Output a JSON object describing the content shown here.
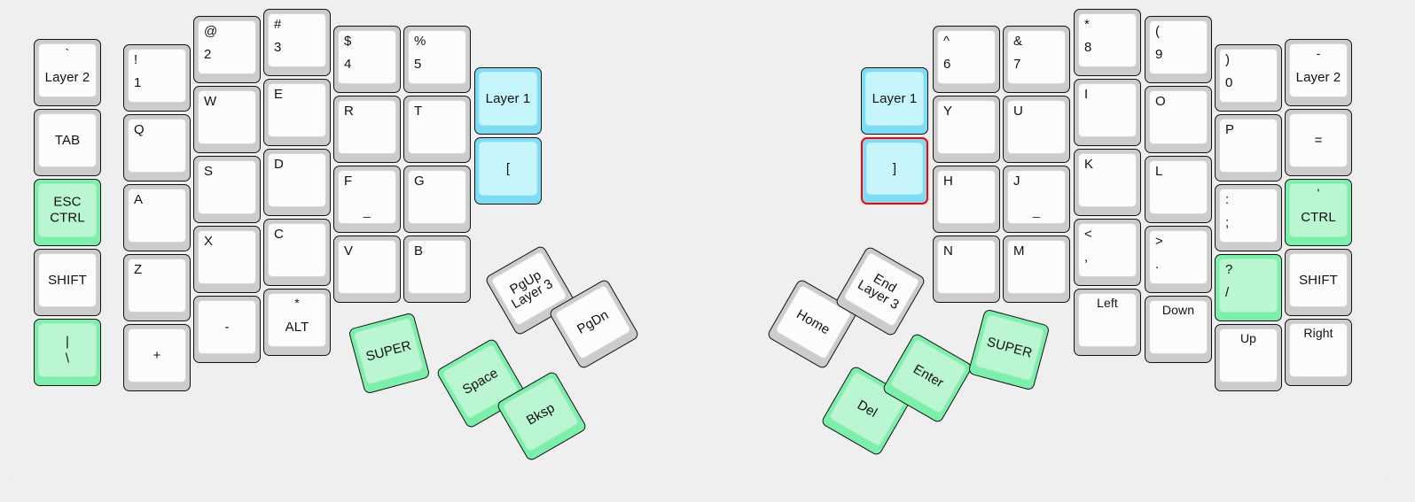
{
  "meta": {
    "title": "Split Ergonomic Keyboard Layout",
    "background_color": "#efefef",
    "key_body_color": "#cccccc",
    "key_face_color": "#fcfcfc",
    "green_body_color": "#7cefab",
    "green_face_color": "#b9f6d1",
    "cyan_body_color": "#7fdcf5",
    "cyan_face_color": "#c6f6fc",
    "selected_outline_color": "#ff0000",
    "legend_color": "#111111"
  },
  "left_half": {
    "name": "left-half",
    "columns": [
      {
        "name": "pinky-outer",
        "keys": [
          {
            "name": "key-grave-layer2",
            "top": "`",
            "main": "Layer 2",
            "style": "white",
            "layout": "top-center-bottom-center"
          },
          {
            "name": "key-tab",
            "main": "TAB",
            "style": "white",
            "layout": "center"
          },
          {
            "name": "key-esc-ctrl",
            "main": "ESC\nCTRL",
            "style": "green",
            "layout": "center-two-line"
          },
          {
            "name": "key-shift-left",
            "main": "SHIFT",
            "style": "white",
            "layout": "center"
          },
          {
            "name": "key-pipe-backslash",
            "top": "|",
            "main": "\\",
            "style": "green",
            "layout": "center-stack"
          }
        ]
      },
      {
        "name": "pinky-inner",
        "keys": [
          {
            "name": "key-1",
            "top": "!",
            "main": "1",
            "style": "white",
            "layout": "corner"
          },
          {
            "name": "key-q",
            "main": "Q",
            "style": "white",
            "layout": "top-left"
          },
          {
            "name": "key-a",
            "main": "A",
            "style": "white",
            "layout": "top-left"
          },
          {
            "name": "key-z",
            "main": "Z",
            "style": "white",
            "layout": "top-left"
          },
          {
            "name": "key-plus",
            "main": "+",
            "style": "white",
            "layout": "center"
          }
        ]
      },
      {
        "name": "ring",
        "keys": [
          {
            "name": "key-2",
            "top": "@",
            "main": "2",
            "style": "white",
            "layout": "corner"
          },
          {
            "name": "key-w",
            "main": "W",
            "style": "white",
            "layout": "top-left"
          },
          {
            "name": "key-s",
            "main": "S",
            "style": "white",
            "layout": "top-left"
          },
          {
            "name": "key-x",
            "main": "X",
            "style": "white",
            "layout": "top-left"
          },
          {
            "name": "key-minus",
            "main": "-",
            "style": "white",
            "layout": "center"
          }
        ]
      },
      {
        "name": "middle",
        "keys": [
          {
            "name": "key-3",
            "top": "#",
            "main": "3",
            "style": "white",
            "layout": "corner"
          },
          {
            "name": "key-e",
            "main": "E",
            "style": "white",
            "layout": "top-left"
          },
          {
            "name": "key-d",
            "main": "D",
            "style": "white",
            "layout": "top-left"
          },
          {
            "name": "key-c",
            "main": "C",
            "style": "white",
            "layout": "top-left"
          },
          {
            "name": "key-alt-left",
            "top": "*",
            "main": "ALT",
            "style": "white",
            "layout": "top-center-bottom-center"
          }
        ]
      },
      {
        "name": "index",
        "keys": [
          {
            "name": "key-4",
            "top": "$",
            "main": "4",
            "style": "white",
            "layout": "corner"
          },
          {
            "name": "key-r",
            "main": "R",
            "style": "white",
            "layout": "top-left"
          },
          {
            "name": "key-f",
            "main": "F",
            "style": "white",
            "layout": "top-left",
            "homing": "_"
          },
          {
            "name": "key-v",
            "main": "V",
            "style": "white",
            "layout": "top-left"
          }
        ]
      },
      {
        "name": "index-inner",
        "keys": [
          {
            "name": "key-5",
            "top": "%",
            "main": "5",
            "style": "white",
            "layout": "corner"
          },
          {
            "name": "key-t",
            "main": "T",
            "style": "white",
            "layout": "top-left"
          },
          {
            "name": "key-g",
            "main": "G",
            "style": "white",
            "layout": "top-left"
          },
          {
            "name": "key-b",
            "main": "B",
            "style": "white",
            "layout": "top-left"
          }
        ]
      },
      {
        "name": "inner-extra",
        "keys": [
          {
            "name": "key-layer1-left",
            "main": "Layer 1",
            "style": "cyan",
            "layout": "center"
          },
          {
            "name": "key-bracket-left",
            "main": "[",
            "style": "cyan",
            "layout": "center"
          }
        ]
      }
    ],
    "thumb_cluster": [
      {
        "name": "key-super-left",
        "main": "SUPER",
        "style": "green",
        "rotation": -15
      },
      {
        "name": "key-pgup-layer3",
        "main": "PgUp\nLayer 3",
        "style": "white",
        "rotation": -30
      },
      {
        "name": "key-pgdn",
        "main": "PgDn",
        "style": "white",
        "rotation": -30
      },
      {
        "name": "key-space",
        "main": "Space",
        "style": "green",
        "rotation": -30
      },
      {
        "name": "key-bksp",
        "main": "Bksp",
        "style": "green",
        "rotation": -30
      }
    ]
  },
  "right_half": {
    "name": "right-half",
    "columns": [
      {
        "name": "inner-extra",
        "keys": [
          {
            "name": "key-layer1-right",
            "main": "Layer 1",
            "style": "cyan",
            "layout": "center"
          },
          {
            "name": "key-bracket-right",
            "main": "]",
            "style": "cyan",
            "layout": "center",
            "selected": true
          }
        ]
      },
      {
        "name": "index-inner",
        "keys": [
          {
            "name": "key-6",
            "top": "^",
            "main": "6",
            "style": "white",
            "layout": "corner"
          },
          {
            "name": "key-y",
            "main": "Y",
            "style": "white",
            "layout": "top-left"
          },
          {
            "name": "key-h",
            "main": "H",
            "style": "white",
            "layout": "top-left"
          },
          {
            "name": "key-n",
            "main": "N",
            "style": "white",
            "layout": "top-left"
          }
        ]
      },
      {
        "name": "index",
        "keys": [
          {
            "name": "key-7",
            "top": "&",
            "main": "7",
            "style": "white",
            "layout": "corner"
          },
          {
            "name": "key-u",
            "main": "U",
            "style": "white",
            "layout": "top-left"
          },
          {
            "name": "key-j",
            "main": "J",
            "style": "white",
            "layout": "top-left",
            "homing": "_"
          },
          {
            "name": "key-m",
            "main": "M",
            "style": "white",
            "layout": "top-left"
          }
        ]
      },
      {
        "name": "middle",
        "keys": [
          {
            "name": "key-8",
            "top": "*",
            "main": "8",
            "style": "white",
            "layout": "corner"
          },
          {
            "name": "key-i",
            "main": "I",
            "style": "white",
            "layout": "top-left"
          },
          {
            "name": "key-k",
            "main": "K",
            "style": "white",
            "layout": "top-left"
          },
          {
            "name": "key-comma",
            "top": "<",
            "main": ",",
            "style": "white",
            "layout": "corner"
          },
          {
            "name": "key-left-arrow",
            "main": "Left",
            "style": "white",
            "layout": "top-center"
          }
        ]
      },
      {
        "name": "ring",
        "keys": [
          {
            "name": "key-9",
            "top": "(",
            "main": "9",
            "style": "white",
            "layout": "corner"
          },
          {
            "name": "key-o",
            "main": "O",
            "style": "white",
            "layout": "top-left"
          },
          {
            "name": "key-l",
            "main": "L",
            "style": "white",
            "layout": "top-left"
          },
          {
            "name": "key-period",
            "top": ">",
            "main": ".",
            "style": "white",
            "layout": "corner"
          },
          {
            "name": "key-down-arrow",
            "main": "Down",
            "style": "white",
            "layout": "top-center"
          }
        ]
      },
      {
        "name": "pinky-inner",
        "keys": [
          {
            "name": "key-0",
            "top": ")",
            "main": "0",
            "style": "white",
            "layout": "corner"
          },
          {
            "name": "key-p",
            "main": "P",
            "style": "white",
            "layout": "top-left"
          },
          {
            "name": "key-colon-semicolon",
            "top": ":",
            "main": ";",
            "style": "white",
            "layout": "corner"
          },
          {
            "name": "key-question-slash",
            "top": "?",
            "main": "/",
            "style": "green",
            "layout": "corner"
          },
          {
            "name": "key-up-arrow",
            "main": "Up",
            "style": "white",
            "layout": "top-center"
          }
        ]
      },
      {
        "name": "pinky-outer",
        "keys": [
          {
            "name": "key-minus-layer2",
            "top": "-",
            "main": "Layer 2",
            "style": "white",
            "layout": "top-center-bottom-center"
          },
          {
            "name": "key-equals",
            "main": "=",
            "style": "white",
            "layout": "center"
          },
          {
            "name": "key-quote-ctrl",
            "top": "'",
            "main": "CTRL",
            "style": "green",
            "layout": "top-center-bottom-center"
          },
          {
            "name": "key-shift-right",
            "main": "SHIFT",
            "style": "white",
            "layout": "center"
          },
          {
            "name": "key-right-arrow",
            "main": "Right",
            "style": "white",
            "layout": "top-center"
          }
        ]
      }
    ],
    "thumb_cluster": [
      {
        "name": "key-home",
        "main": "Home",
        "style": "white",
        "rotation": 30
      },
      {
        "name": "key-end-layer3",
        "main": "End\nLayer 3",
        "style": "white",
        "rotation": 30
      },
      {
        "name": "key-del",
        "main": "Del",
        "style": "green",
        "rotation": 30
      },
      {
        "name": "key-enter",
        "main": "Enter",
        "style": "green",
        "rotation": 30
      },
      {
        "name": "key-super-right",
        "main": "SUPER",
        "style": "green",
        "rotation": 15
      }
    ]
  }
}
